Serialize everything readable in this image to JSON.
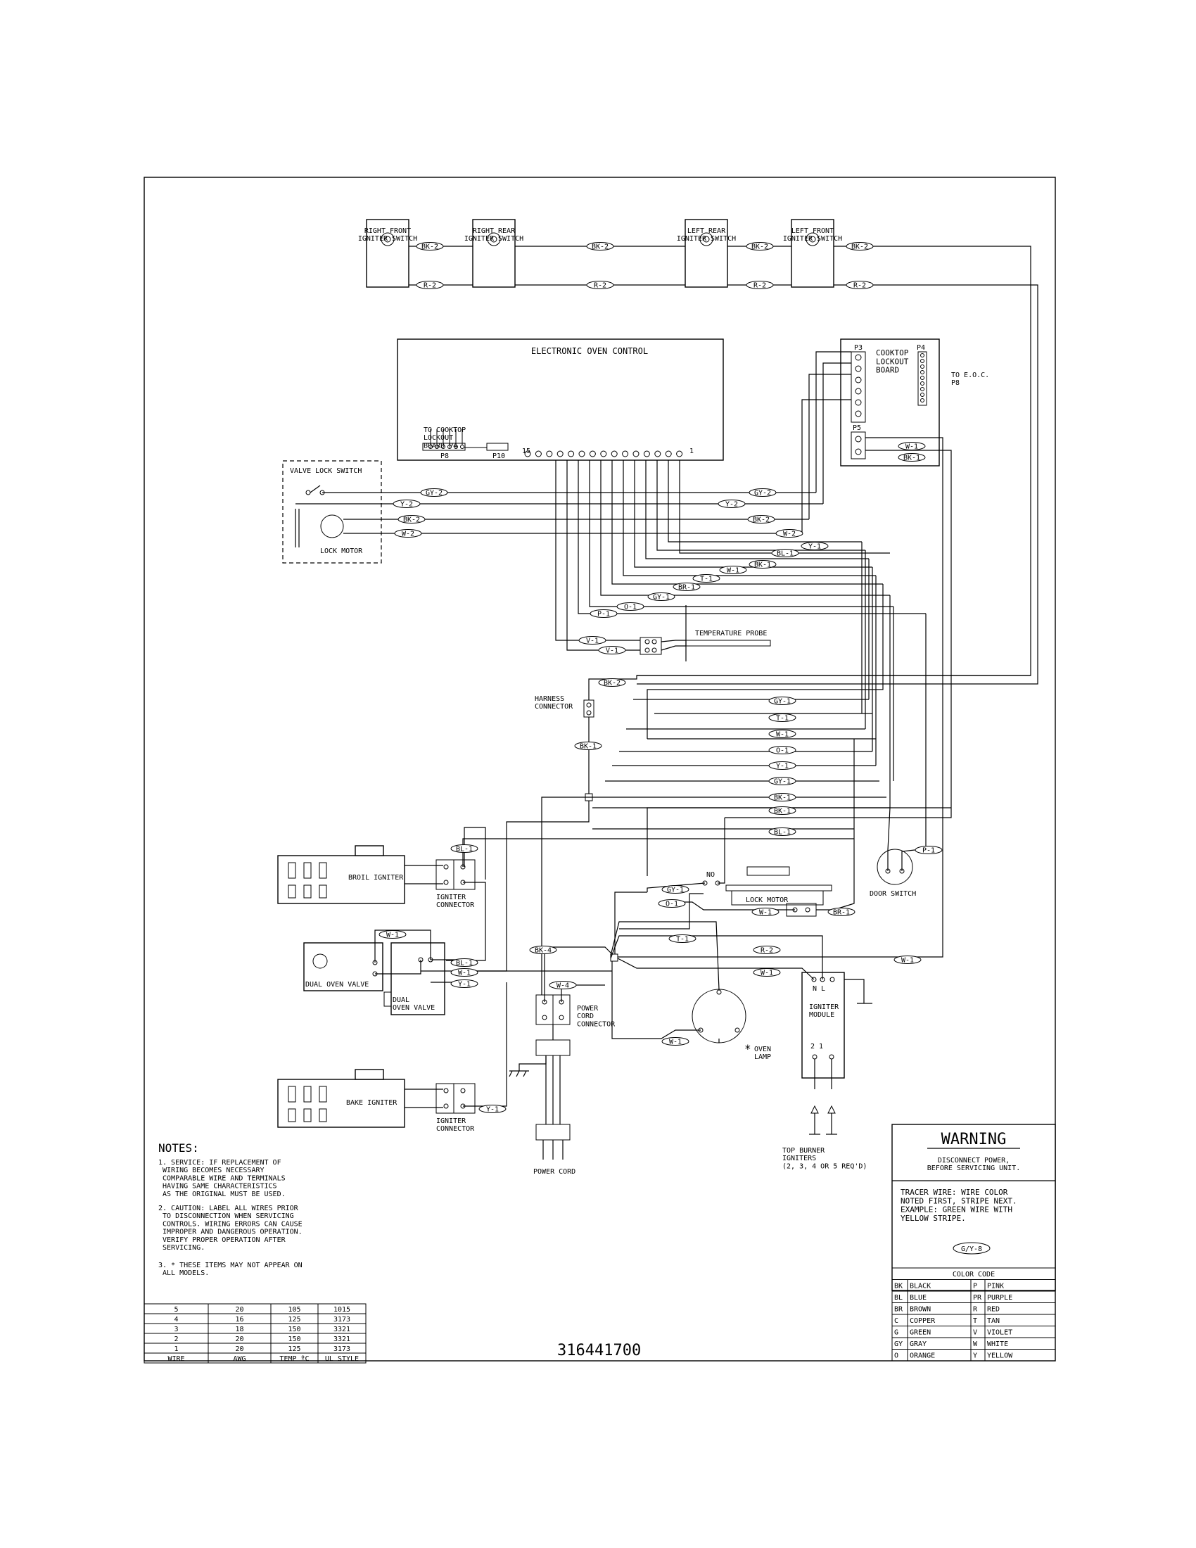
{
  "components": {
    "igniter_switches": [
      "RIGHT FRONT\nIGNITER SWITCH",
      "RIGHT REAR\nIGNITER SWITCH",
      "LEFT REAR\nIGNITER SWITCH",
      "LEFT FRONT\nIGNITER SWITCH"
    ],
    "eoc": "ELECTRONIC OVEN CONTROL",
    "eoc_p4_note": "TO COOKTOP\nLOCKOUT\nBOARD P4",
    "eoc_p8": "P8",
    "eoc_p10": "P10",
    "eoc_pin_hi": "15",
    "eoc_pin_lo": "1",
    "cooktop_board": "COOKTOP\nLOCKOUT\nBOARD",
    "cooktop_p3": "P3",
    "cooktop_p4": "P4",
    "cooktop_p5": "P5",
    "to_eoc": "TO E.O.C.\nP8",
    "valve_lock_switch": "VALVE LOCK SWITCH",
    "lock_motor_left": "LOCK MOTOR",
    "temperature_probe": "TEMPERATURE PROBE",
    "harness_connector": "HARNESS\nCONNECTOR",
    "broil_igniter": "BROIL IGNITER",
    "igniter_connector": "IGNITER\nCONNECTOR",
    "dual_oven_valve": "DUAL OVEN VALVE",
    "dual_oven_valve_2": "DUAL\nOVEN VALVE",
    "bake_igniter": "BAKE IGNITER",
    "power_cord_connector": "POWER\nCORD\nCONNECTOR",
    "power_cord": "POWER CORD",
    "oven_lamp": "OVEN\nLAMP",
    "oven_lamp_star": "*",
    "lock_motor_right": "LOCK MOTOR",
    "no_label": "NO",
    "door_switch": "DOOR SWITCH",
    "igniter_module": "IGNITER\nMODULE",
    "igniter_module_nl": "N   L",
    "igniter_module_pins": "2       1",
    "top_burner_igniters": "TOP BURNER\nIGNITERS\n(2, 3, 4 OR 5 REQ'D)"
  },
  "wire_tags": {
    "top": [
      "BK-2",
      "R-2"
    ],
    "gy2": "GY-2",
    "y2": "Y-2",
    "bk2": "BK-2",
    "w2": "W-2",
    "y1": "Y-1",
    "bl1": "BL-1",
    "bk1": "BK-1",
    "w1": "W-1",
    "t1": "T-1",
    "br1": "BR-1",
    "gy1": "GY-1",
    "o1": "O-1",
    "p1": "P-1",
    "v1": "V-1",
    "r2": "R-2",
    "bk4": "BK-4",
    "w4": "W-4"
  },
  "notes": {
    "title": "NOTES:",
    "items": [
      "1.  SERVICE:   IF REPLACEMENT OF\n     WIRING BECOMES NECESSARY\n     COMPARABLE WIRE AND TERMINALS\n     HAVING SAME CHARACTERISTICS\n     AS THE ORIGINAL MUST BE USED.",
      "2.  CAUTION:   LABEL ALL WIRES PRIOR\n     TO DISCONNECTION WHEN SERVICING\n     CONTROLS.   WIRING ERRORS CAN CAUSE\n     IMPROPER AND DANGEROUS OPERATION.\n     VERIFY PROPER OPERATION AFTER\n     SERVICING.",
      "3.  * THESE ITEMS MAY NOT APPEAR ON\n     ALL MODELS."
    ]
  },
  "wire_table": {
    "headers": [
      "WIRE",
      "AWG",
      "TEMP ºC",
      "UL STYLE"
    ],
    "rows": [
      [
        "5",
        "20",
        "105",
        "1015"
      ],
      [
        "4",
        "16",
        "125",
        "3173"
      ],
      [
        "3",
        "18",
        "150",
        "3321"
      ],
      [
        "2",
        "20",
        "150",
        "3321"
      ],
      [
        "1",
        "20",
        "125",
        "3173"
      ]
    ]
  },
  "part_number": "316441700",
  "warning": {
    "title": "WARNING",
    "text": "DISCONNECT POWER,\nBEFORE SERVICING UNIT.",
    "tracer": "TRACER WIRE:   WIRE COLOR\nNOTED FIRST, STRIPE NEXT.\nEXAMPLE:   GREEN WIRE WITH\nYELLOW STRIPE.",
    "example_tag": "G/Y-8"
  },
  "color_code": {
    "title": "COLOR CODE",
    "rows": [
      [
        "BK",
        "BLACK",
        "P",
        "PINK"
      ],
      [
        "BL",
        "BLUE",
        "PR",
        "PURPLE"
      ],
      [
        "BR",
        "BROWN",
        "R",
        "RED"
      ],
      [
        "C",
        "COPPER",
        "T",
        "TAN"
      ],
      [
        "G",
        "GREEN",
        "V",
        "VIOLET"
      ],
      [
        "GY",
        "GRAY",
        "W",
        "WHITE"
      ],
      [
        "O",
        "ORANGE",
        "Y",
        "YELLOW"
      ]
    ]
  }
}
